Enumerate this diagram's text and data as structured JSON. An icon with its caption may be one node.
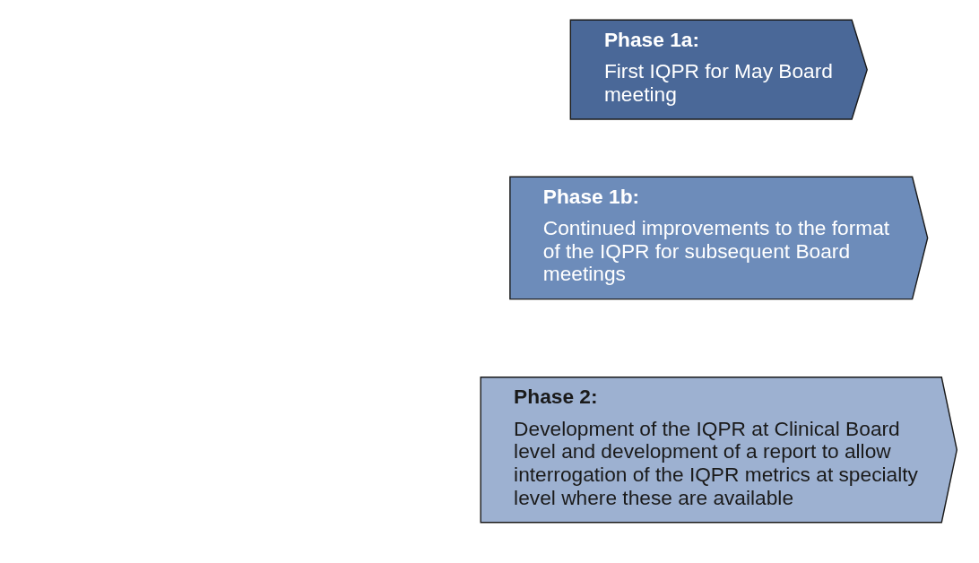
{
  "diagram": {
    "nodes": [
      {
        "text": [
          "Phase 1a:",
          "First IQPR for May Board meeting"
        ]
      },
      {
        "text": [
          "Phase 1b:",
          "Continued improvements to the format of the IQPR for subsequent Board meetings"
        ]
      },
      {
        "text": [
          "Phase 2:",
          "Development of the IQPR at Clinical Board level and development of a report to allow interrogation of the IQPR metrics at specialty level where these are available"
        ]
      }
    ]
  }
}
